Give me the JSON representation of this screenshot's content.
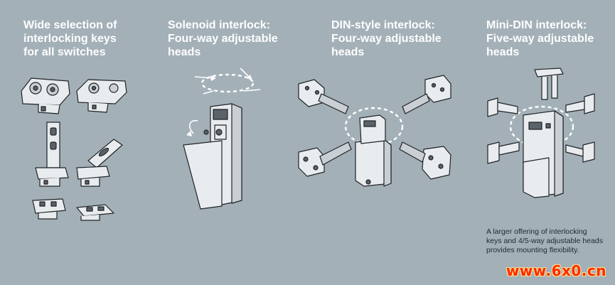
{
  "columns": [
    {
      "title": "Wide selection of\ninterlocking keys\nfor all switches"
    },
    {
      "title": "Solenoid interlock:\nFour-way adjustable\nheads"
    },
    {
      "title": "DIN-style interlock:\nFour-way adjustable\nheads"
    },
    {
      "title": "Mini-DIN interlock:\nFive-way adjustable\nheads"
    }
  ],
  "caption": "A larger offering of interlocking\nkeys and 4/5-way adjustable heads\nprovides mounting flexibility.",
  "watermark": "www.6x0.cn",
  "colors": {
    "background": "#a3b0b8",
    "title": "#ffffff",
    "watermark": "#ff2a00"
  }
}
